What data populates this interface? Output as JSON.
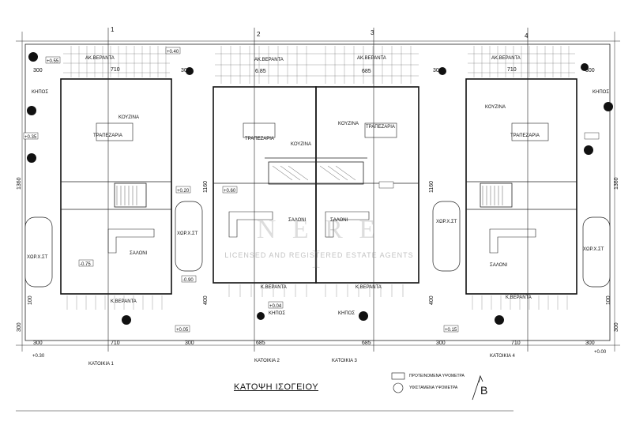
{
  "plan": {
    "title": "ΚΑΤΟΨΗ ΙΣΟΓΕΙΟΥ",
    "watermark_logo": "N E R E I",
    "watermark_text": "LICENSED AND REGISTERED ESTATE AGENTS",
    "north_label": "B",
    "houses": [
      {
        "name": "ΚΑΤΟΙΚΙΑ 1",
        "veranda_top": "ΑΚ.ΒΕΡΑΝΤΑ",
        "veranda_bottom": "Κ.ΒΕΡΑΝΤΑ",
        "kitchen": "ΚΟΥΖΙΝΑ",
        "dining": "ΤΡΑΠΕΖΑΡΙΑ",
        "living": "ΣΑΛΟΝΙ",
        "garden": "ΚΗΠΟΣ",
        "parking": "ΧΩΡ.Χ.ΣΤ"
      },
      {
        "name": "ΚΑΤΟΙΚΙΑ 2",
        "veranda_top": "ΑΚ.ΒΕΡΑΝΤΑ",
        "veranda_bottom": "Κ.ΒΕΡΑΝΤΑ",
        "kitchen": "ΚΟΥΖΙΝΑ",
        "dining": "ΤΡΑΠΕΖΑΡΙΑ",
        "living": "ΣΑΛΟΝΙ",
        "garden": "ΚΗΠΟΣ",
        "parking": "ΧΩΡ.Χ.ΣΤ"
      },
      {
        "name": "ΚΑΤΟΙΚΙΑ 3",
        "veranda_top": "ΑΚ.ΒΕΡΑΝΤΑ",
        "veranda_bottom": "Κ.ΒΕΡΑΝΤΑ",
        "kitchen": "ΚΟΥΖΙΝΑ",
        "dining": "ΤΡΑΠΕΖΑΡΙΑ",
        "living": "ΣΑΛΟΝΙ",
        "garden": "ΚΗΠΟΣ",
        "parking": "ΧΩΡ.Χ.ΣΤ"
      },
      {
        "name": "ΚΑΤΟΙΚΙΑ 4",
        "veranda_top": "ΑΚ.ΒΕΡΑΝΤΑ",
        "veranda_bottom": "Κ.ΒΕΡΑΝΤΑ",
        "kitchen": "ΚΟΥΖΙΝΑ",
        "dining": "ΤΡΑΠΕΖΑΡΙΑ",
        "living": "ΣΑΛΟΝΙ",
        "garden": "ΚΗΠΟΣ",
        "parking": "ΧΩΡ.Χ.ΣΤ"
      }
    ],
    "dims_top": [
      "300",
      "710",
      "300",
      "6.85",
      "685",
      "300",
      "710",
      "300"
    ],
    "dims_bottom": [
      "300",
      "710",
      "300",
      "685",
      "685",
      "300",
      "710",
      "300"
    ],
    "dims_side": [
      "1360",
      "1160",
      "1160",
      "1360",
      "400",
      "400",
      "300",
      "100",
      "100",
      "300"
    ],
    "axes": [
      "1",
      "2",
      "3",
      "4"
    ],
    "levels": {
      "l1": "+0.55",
      "l2": "+0.40",
      "l3": "+0.35",
      "l4": "+0.20",
      "l5": "+0.60",
      "l6": "-0.75",
      "l7": "-0.90",
      "l8": "+0.05",
      "l9": "+0.15",
      "l10": "+0.30",
      "l11": "+0.04",
      "l12": "+0.00"
    },
    "legend": {
      "existing": "ΠΡΟΤΕΙΝΟΜΕΝΑ ΥΨΟΜΕΤΡΑ",
      "finished": "ΥΦΙΣΤΑΜΕΝΑ ΥΨΟΜΕΤΡΑ"
    }
  }
}
